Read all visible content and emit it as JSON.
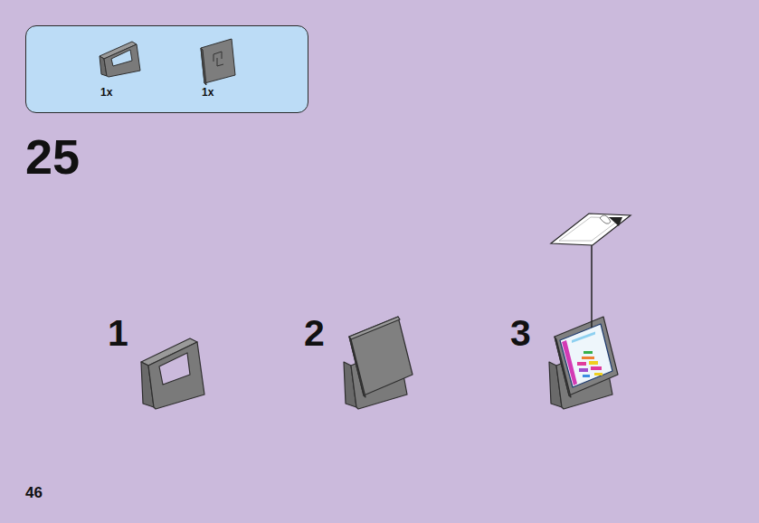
{
  "diagram": {
    "nodes": [
      {
        "text": [
          "1x",
          "1x"
        ]
      }
    ],
    "labels": [
      "25",
      "1",
      "2",
      "3",
      "46"
    ]
  }
}
